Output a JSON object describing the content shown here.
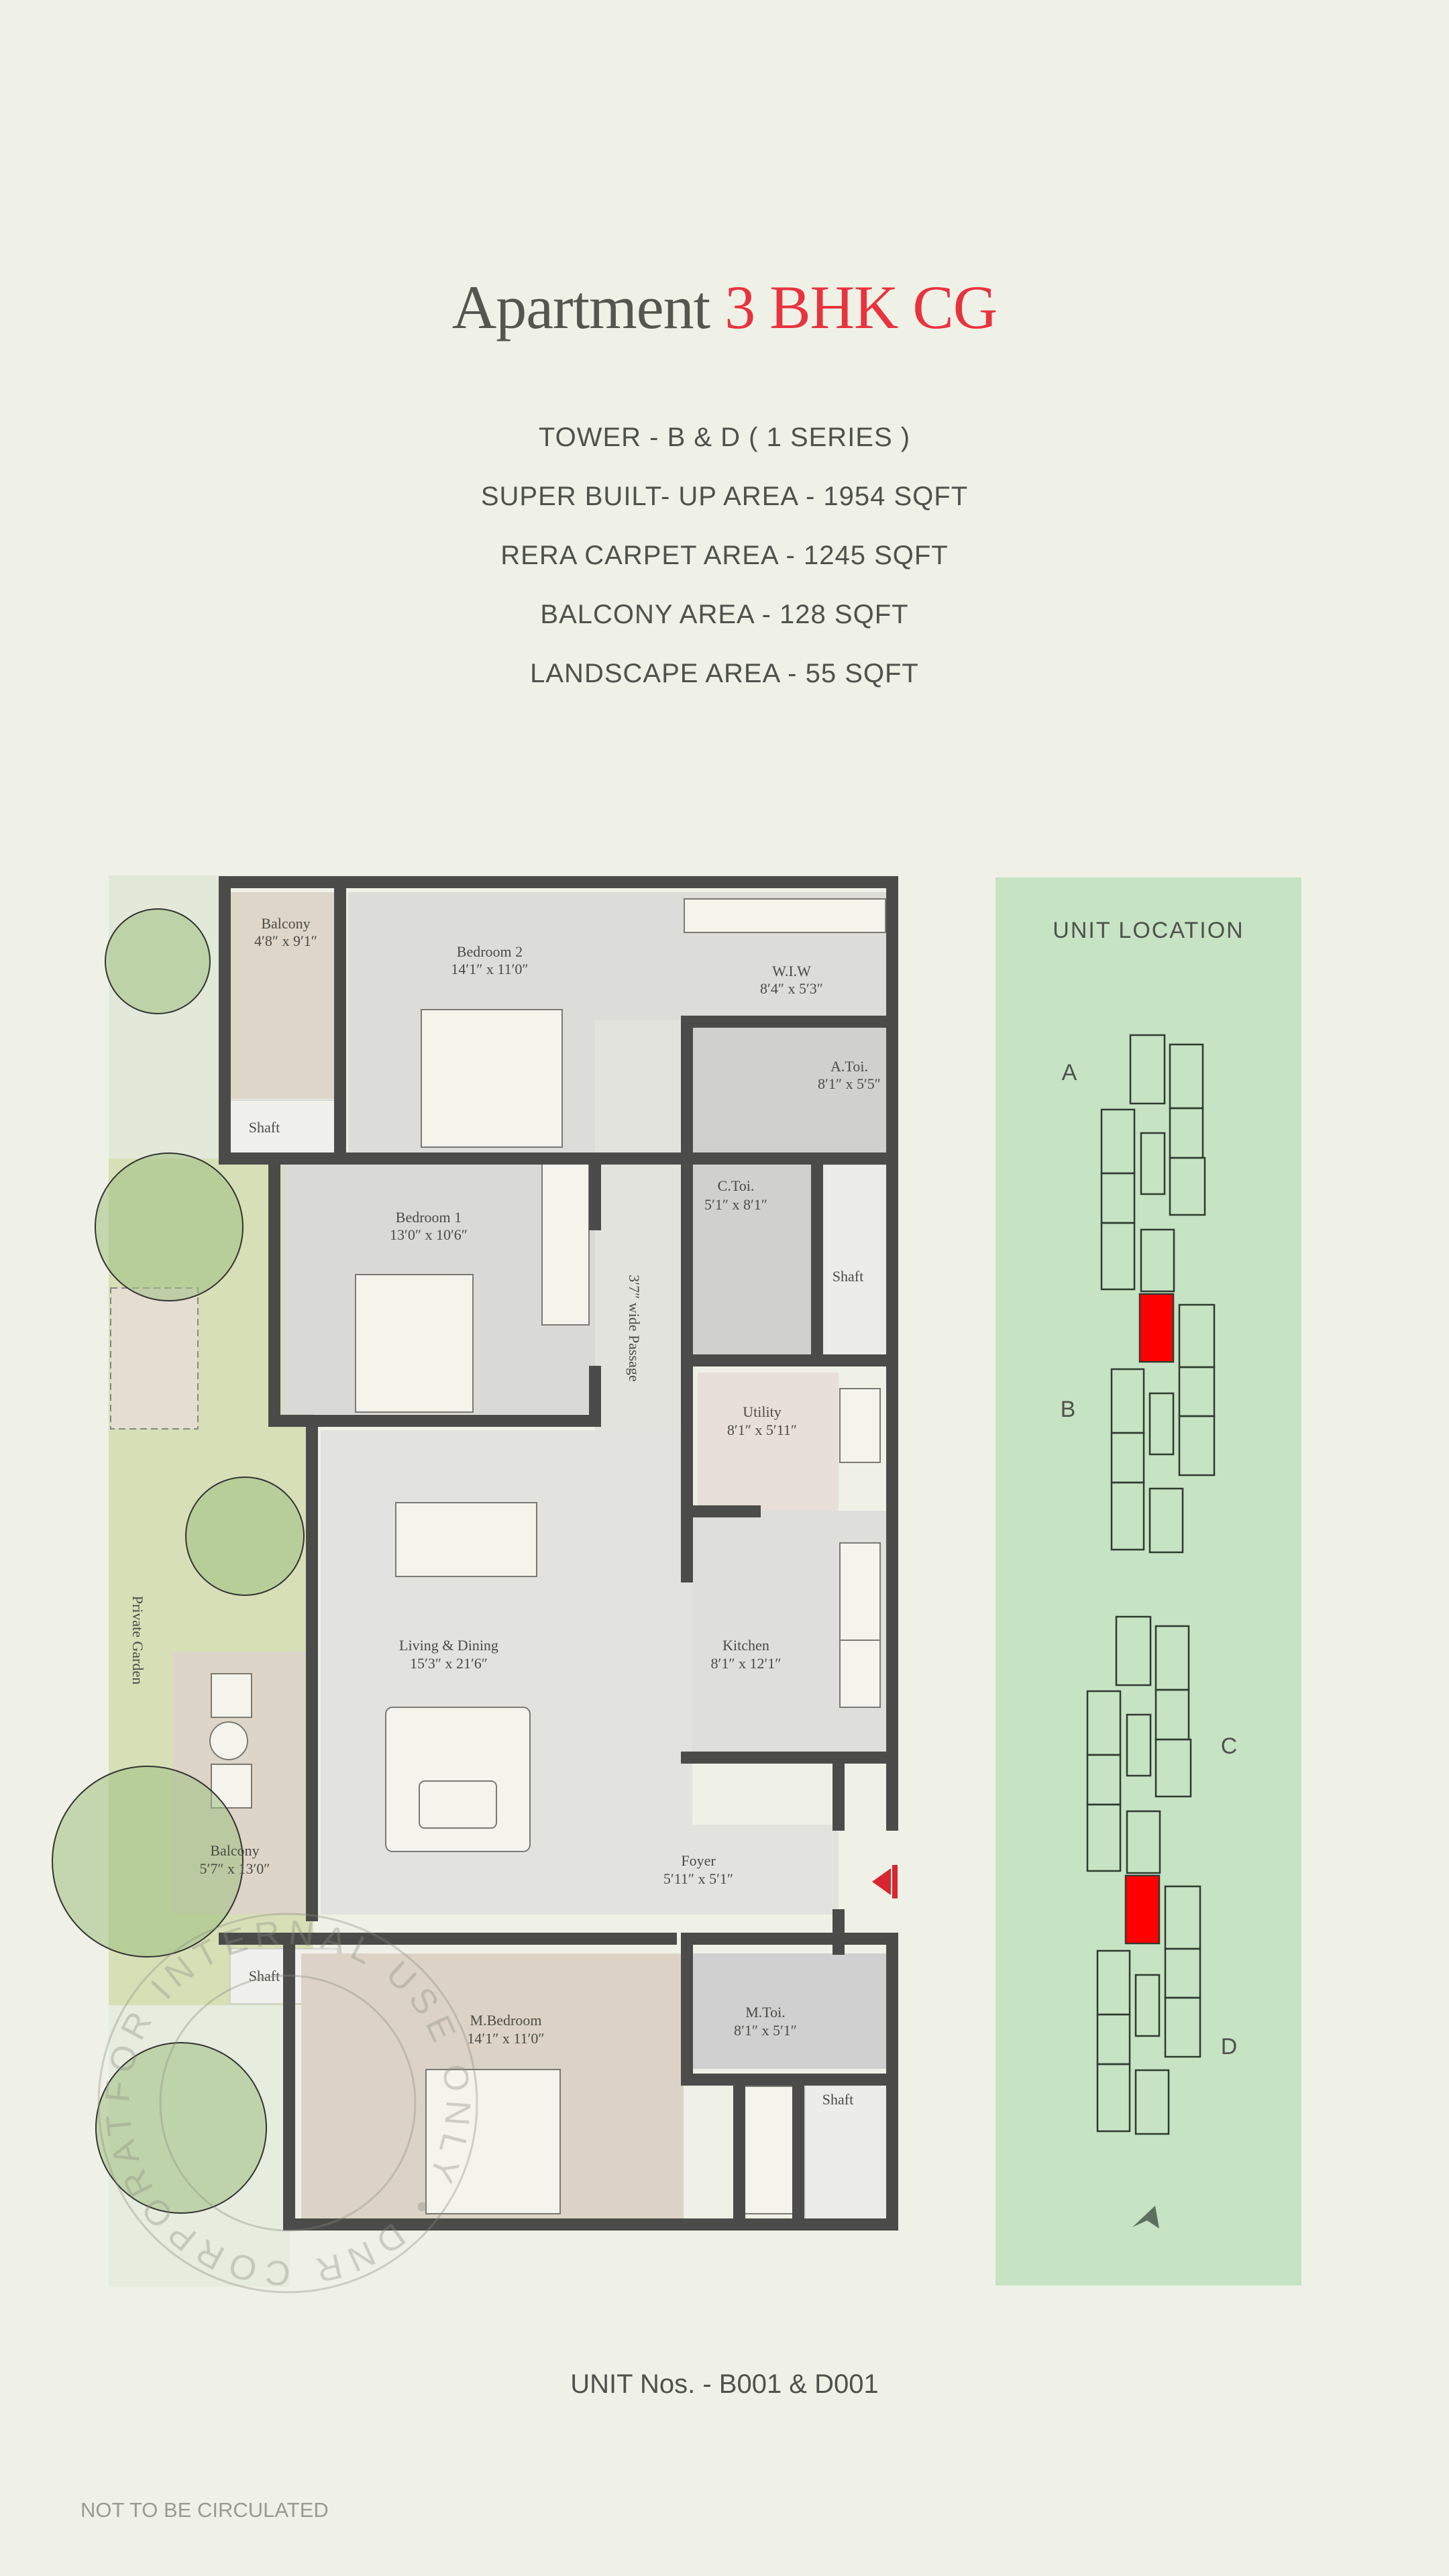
{
  "title": {
    "prefix": "Apartment",
    "accent": "3 BHK CG"
  },
  "specs": [
    "TOWER - B & D ( 1 SERIES )",
    "SUPER BUILT- UP AREA - 1954 SQFT",
    "RERA CARPET AREA - 1245 SQFT",
    "BALCONY AREA - 128 SQFT",
    "LANDSCAPE AREA - 55 SQFT"
  ],
  "floor_plan": {
    "rooms": [
      {
        "name": "Balcony",
        "size": "4′8″ x 9′1″"
      },
      {
        "name": "Bedroom 2",
        "size": "14′1″ x 11′0″"
      },
      {
        "name": "W.I.W",
        "size": "8′4″ x 5′3″"
      },
      {
        "name": "A.Toi.",
        "size": "8′1″ x 5′5″"
      },
      {
        "name": "Bedroom 1",
        "size": "13′0″ x 10′6″"
      },
      {
        "name": "C.Toi.",
        "size": "5′1″ x 8′1″"
      },
      {
        "name": "Utility",
        "size": "8′1″ x 5′11″"
      },
      {
        "name": "Living & Dining",
        "size": "15′3″ x 21′6″"
      },
      {
        "name": "Kitchen",
        "size": "8′1″ x 12′1″"
      },
      {
        "name": "Balcony",
        "size": "5′7″ x 13′0″"
      },
      {
        "name": "Foyer",
        "size": "5′11″ x 5′1″"
      },
      {
        "name": "M.Bedroom",
        "size": "14′1″ x 11′0″"
      },
      {
        "name": "M.Toi.",
        "size": "8′1″ x 5′1″"
      }
    ],
    "shaft_label": "Shaft",
    "passage_label": "3′7″ wide Passage",
    "garden_label": "Private Garden",
    "watermark": "FOR INTERNAL USE ONLY • DNR CORPORATION •",
    "entry_icon": "entry-arrow-icon"
  },
  "unit_location": {
    "title": "UNIT LOCATION",
    "towers": [
      "A",
      "B",
      "C",
      "D"
    ],
    "highlight_color": "#ff0000",
    "panel_color": "#c6e3c4",
    "north_icon": "north-arrow-icon"
  },
  "footer": {
    "unit_numbers": "UNIT Nos. - B001 & D001",
    "disclaimer": "NOT TO BE CIRCULATED"
  },
  "colors": {
    "accent": "#e8333f",
    "text": "#4f524c",
    "background": "#eff1e6"
  }
}
